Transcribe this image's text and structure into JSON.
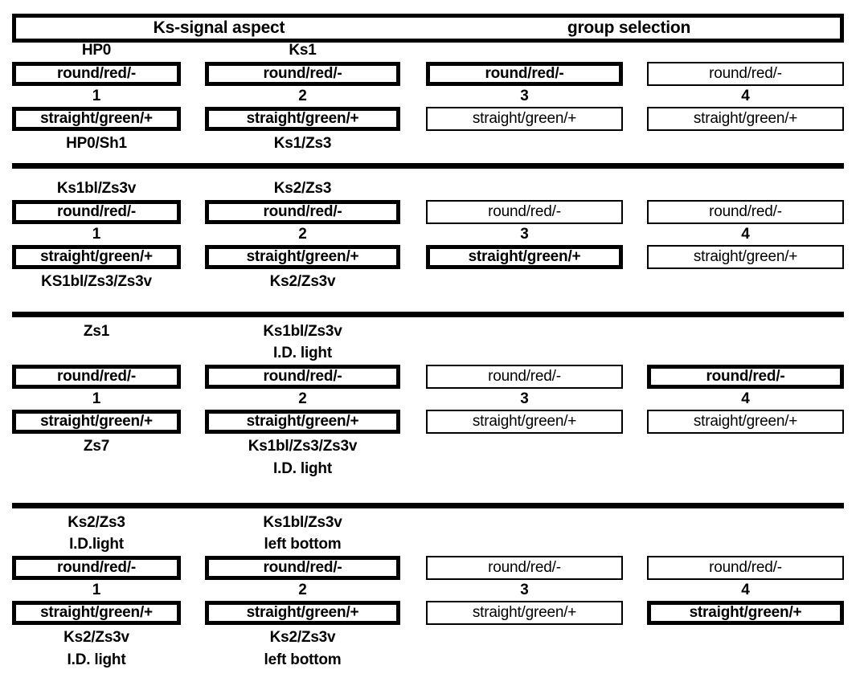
{
  "header": {
    "left_title": "Ks-signal aspect",
    "right_title": "group selection"
  },
  "labels": {
    "round": "round/red/-",
    "straight": "straight/green/+"
  },
  "column_numbers": [
    "1",
    "2",
    "3",
    "4"
  ],
  "colors": {
    "ink": "#000000",
    "paper": "#ffffff"
  },
  "groups": [
    {
      "id": "group-1",
      "columns": [
        {
          "number": "1",
          "top_caption": [
            "HP0"
          ],
          "bottom_caption": [
            "HP0/Sh1"
          ],
          "round_selected": true,
          "straight_selected": true
        },
        {
          "number": "2",
          "top_caption": [
            "Ks1"
          ],
          "bottom_caption": [
            "Ks1/Zs3"
          ],
          "round_selected": true,
          "straight_selected": true
        },
        {
          "number": "3",
          "top_caption": [],
          "bottom_caption": [],
          "round_selected": true,
          "straight_selected": false
        },
        {
          "number": "4",
          "top_caption": [],
          "bottom_caption": [],
          "round_selected": false,
          "straight_selected": false
        }
      ]
    },
    {
      "id": "group-2",
      "columns": [
        {
          "number": "1",
          "top_caption": [
            "Ks1bl/Zs3v"
          ],
          "bottom_caption": [
            "KS1bl/Zs3/Zs3v"
          ],
          "round_selected": true,
          "straight_selected": true
        },
        {
          "number": "2",
          "top_caption": [
            "Ks2/Zs3"
          ],
          "bottom_caption": [
            "Ks2/Zs3v"
          ],
          "round_selected": true,
          "straight_selected": true
        },
        {
          "number": "3",
          "top_caption": [],
          "bottom_caption": [],
          "round_selected": false,
          "straight_selected": true
        },
        {
          "number": "4",
          "top_caption": [],
          "bottom_caption": [],
          "round_selected": false,
          "straight_selected": false
        }
      ]
    },
    {
      "id": "group-3",
      "columns": [
        {
          "number": "1",
          "top_caption": [
            "Zs1"
          ],
          "bottom_caption": [
            "Zs7"
          ],
          "round_selected": true,
          "straight_selected": true
        },
        {
          "number": "2",
          "top_caption": [
            "Ks1bl/Zs3v",
            "I.D. light"
          ],
          "bottom_caption": [
            "Ks1bl/Zs3/Zs3v",
            "I.D. light"
          ],
          "round_selected": true,
          "straight_selected": true
        },
        {
          "number": "3",
          "top_caption": [],
          "bottom_caption": [],
          "round_selected": false,
          "straight_selected": false
        },
        {
          "number": "4",
          "top_caption": [],
          "bottom_caption": [],
          "round_selected": true,
          "straight_selected": false
        }
      ]
    },
    {
      "id": "group-4",
      "columns": [
        {
          "number": "1",
          "top_caption": [
            "Ks2/Zs3",
            "I.D.light"
          ],
          "bottom_caption": [
            "Ks2/Zs3v",
            "I.D. light"
          ],
          "round_selected": true,
          "straight_selected": true
        },
        {
          "number": "2",
          "top_caption": [
            "Ks1bl/Zs3v",
            "left bottom"
          ],
          "bottom_caption": [
            "Ks2/Zs3v",
            "left bottom"
          ],
          "round_selected": true,
          "straight_selected": true
        },
        {
          "number": "3",
          "top_caption": [],
          "bottom_caption": [],
          "round_selected": false,
          "straight_selected": false
        },
        {
          "number": "4",
          "top_caption": [],
          "bottom_caption": [],
          "round_selected": false,
          "straight_selected": true
        }
      ]
    }
  ],
  "layout": {
    "group_tops": [
      50,
      222,
      400,
      638
    ],
    "divider_tops": [
      203,
      388,
      626
    ],
    "caption_top_lines": [
      1,
      1,
      2,
      2
    ],
    "box_top_offsets": [
      30,
      30,
      55,
      55
    ]
  }
}
